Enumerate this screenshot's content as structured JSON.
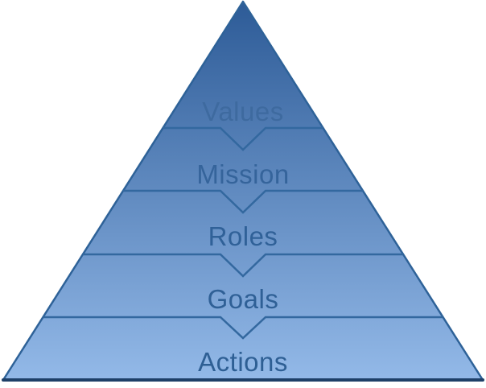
{
  "diagram": {
    "type": "pyramid",
    "description": "Five-level organizational pyramid, top to bottom",
    "levels": [
      {
        "label": "Values",
        "color": "#3e6a9f"
      },
      {
        "label": "Mission",
        "color": "#35649b"
      },
      {
        "label": "Roles",
        "color": "#306198"
      },
      {
        "label": "Goals",
        "color": "#2f6096"
      },
      {
        "label": "Actions",
        "color": "#2e5f94"
      }
    ],
    "colors": {
      "gradient_top": "#2d5b97",
      "gradient_bottom": "#93b9e8",
      "outline": "#2e6298",
      "divider": "#33689f",
      "base_edge": "#1e4068"
    }
  }
}
